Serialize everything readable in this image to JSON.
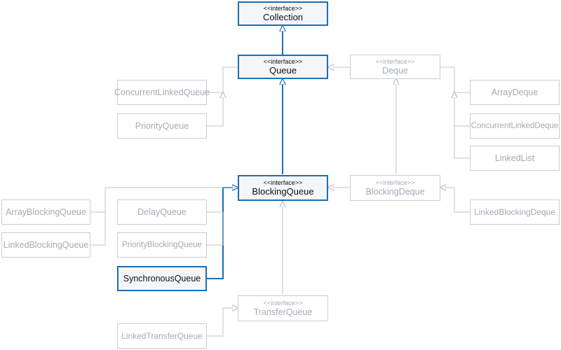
{
  "stereotype": "<<interface>>",
  "nodes": {
    "collection": {
      "name": "Collection",
      "interface": true
    },
    "queue": {
      "name": "Queue",
      "interface": true
    },
    "deque": {
      "name": "Deque",
      "interface": true
    },
    "blocking_queue": {
      "name": "BlockingQueue",
      "interface": true
    },
    "blocking_deque": {
      "name": "BlockingDeque",
      "interface": true
    },
    "transfer_queue": {
      "name": "TransferQueue",
      "interface": true
    },
    "concurrent_linked_queue": {
      "name": "ConcurrentLinkedQueue"
    },
    "priority_queue": {
      "name": "PriorityQueue"
    },
    "array_deque": {
      "name": "ArrayDeque"
    },
    "concurrent_linked_deque": {
      "name": "ConcurrentLinkedDeque"
    },
    "linked_list": {
      "name": "LinkedList"
    },
    "array_blocking_queue": {
      "name": "ArrayBlockingQueue"
    },
    "linked_blocking_queue": {
      "name": "LinkedBlockingQueue"
    },
    "delay_queue": {
      "name": "DelayQueue"
    },
    "priority_blocking_queue": {
      "name": "PriorityBlockingQueue"
    },
    "synchronous_queue": {
      "name": "SynchronousQueue"
    },
    "linked_blocking_deque": {
      "name": "LinkedBlockingDeque"
    },
    "linked_transfer_queue": {
      "name": "LinkedTransferQueue"
    }
  },
  "colors": {
    "highlight": "#1a6fb6",
    "muted": "#c0c5cb",
    "highlight_fill": "#f4f6f9"
  }
}
